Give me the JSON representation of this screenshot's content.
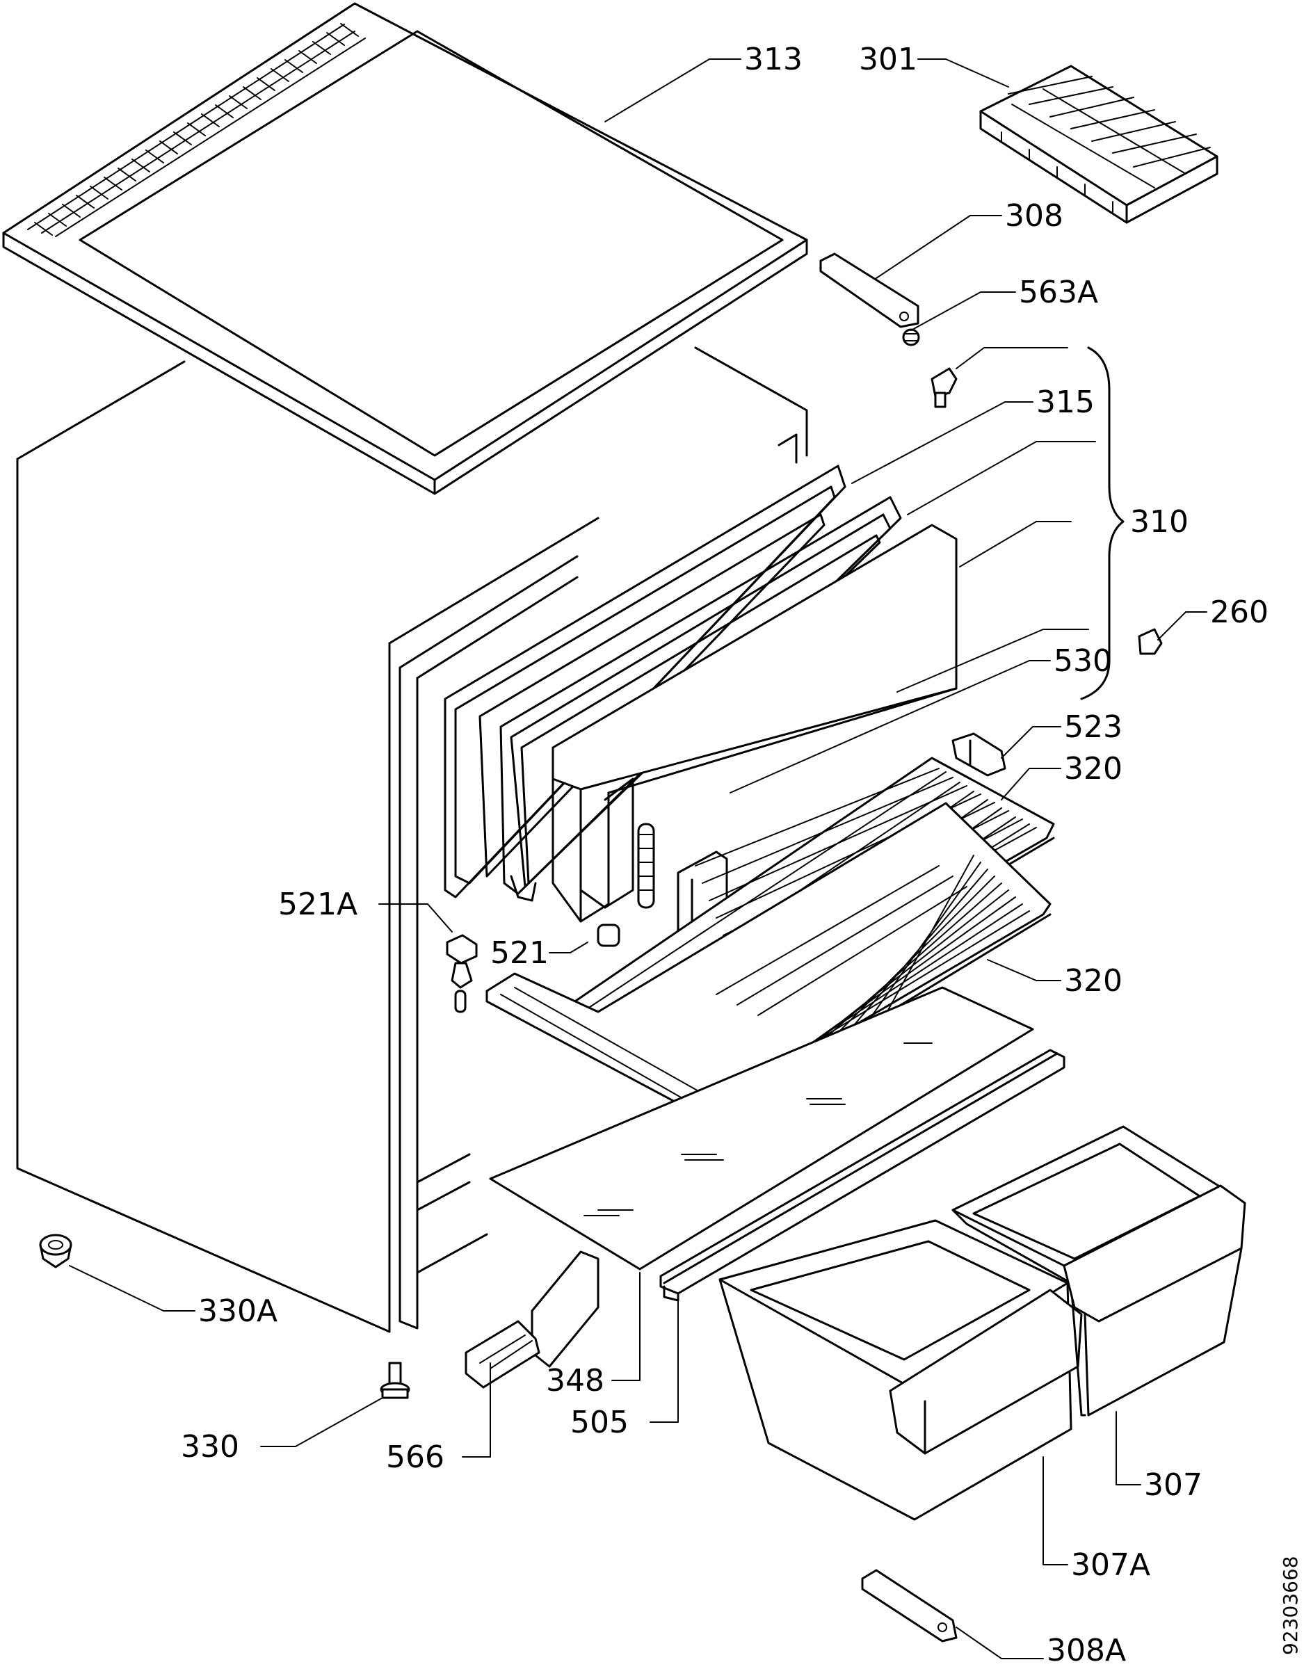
{
  "labels": {
    "l313": "313",
    "l301": "301",
    "l308": "308",
    "l563a": "563A",
    "l315": "315",
    "l310": "310",
    "l260": "260",
    "l530": "530",
    "l523": "523",
    "l320a": "320",
    "l521a": "521A",
    "l521": "521",
    "l320b": "320",
    "l330a": "330A",
    "l348": "348",
    "l505": "505",
    "l330": "330",
    "l566": "566",
    "l307": "307",
    "l307a": "307A",
    "l308a": "308A"
  },
  "drawing_code": "92303668"
}
